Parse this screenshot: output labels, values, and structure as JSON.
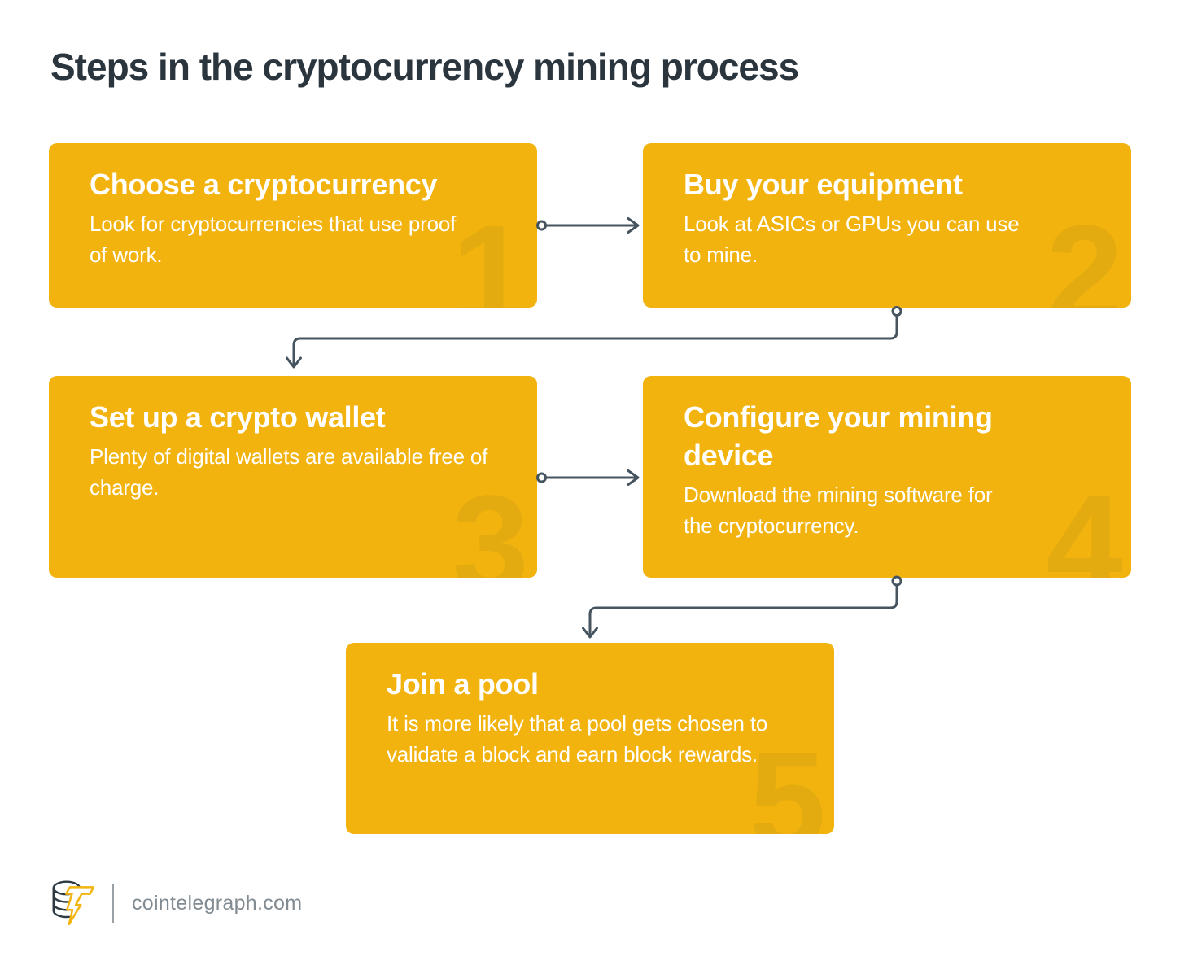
{
  "title": "Steps in the cryptocurrency mining process",
  "steps": [
    {
      "number": "1",
      "heading": "Choose a cryptocurrency",
      "body": "Look for cryptocurrencies that use proof of work."
    },
    {
      "number": "2",
      "heading": "Buy your equipment",
      "body": "Look at ASICs or GPUs you can use to mine."
    },
    {
      "number": "3",
      "heading": "Set up a crypto wallet",
      "body": "Plenty of digital wallets are available free of charge."
    },
    {
      "number": "4",
      "heading": "Configure your mining device",
      "body": "Download the mining software for the cryptocurrency."
    },
    {
      "number": "5",
      "heading": "Join a pool",
      "body": "It is more likely that a pool gets chosen to validate a block and earn block rewards."
    }
  ],
  "footer": {
    "site": "cointelegraph.com",
    "logo_icon": "cointelegraph-coin-stack-lightning-logo"
  },
  "colors": {
    "background": "#FFFFFF",
    "card": "#F2B30F",
    "card_watermark": "#E3AB0F",
    "title_text": "#2A353E",
    "card_text": "#FFFFFF",
    "connector": "#46545F",
    "footer_text": "#818B91"
  }
}
